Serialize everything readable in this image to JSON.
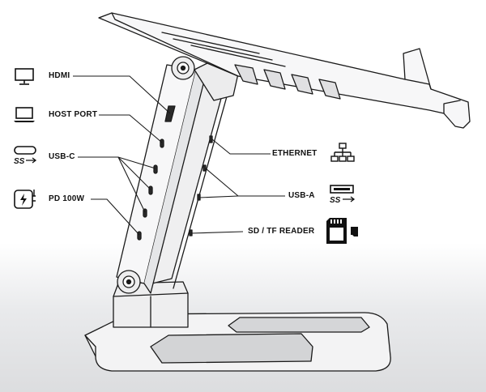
{
  "labels": {
    "hdmi": "HDMI",
    "host_port": "HOST PORT",
    "usb_c": "USB-C",
    "pd": "PD 100W",
    "ethernet": "ETHERNET",
    "usb_a": "USB-A",
    "sd_reader": "SD / TF READER"
  },
  "icons": {
    "monitor": "monitor-icon",
    "laptop": "laptop-icon",
    "usb_c": "usb-c-ss-icon",
    "charger": "power-delivery-icon",
    "ethernet": "network-icon",
    "usb_a": "usb-a-ss-icon",
    "sd_card": "sd-card-icon"
  },
  "colors": {
    "line": "#1a1a1a",
    "device_fill": "#f5f5f6",
    "floor": "#dcdddf"
  }
}
